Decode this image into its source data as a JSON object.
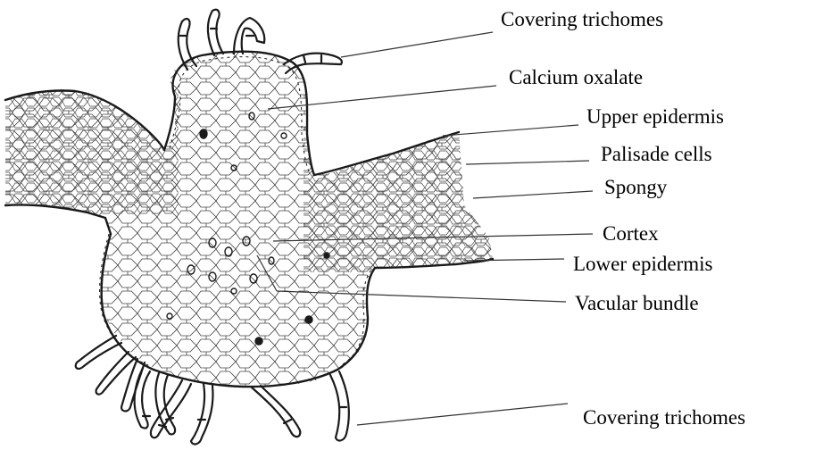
{
  "diagram": {
    "labels": [
      {
        "id": "covering-trichomes-top",
        "text": "Covering trichomes"
      },
      {
        "id": "calcium-oxalate",
        "text": "Calcium oxalate"
      },
      {
        "id": "upper-epidermis",
        "text": "Upper epidermis"
      },
      {
        "id": "palisade-cells",
        "text": "Palisade cells"
      },
      {
        "id": "spongy",
        "text": "Spongy"
      },
      {
        "id": "cortex",
        "text": "Cortex"
      },
      {
        "id": "lower-epidermis",
        "text": "Lower epidermis"
      },
      {
        "id": "vascular-bundle",
        "text": "Vacular bundle"
      },
      {
        "id": "covering-trichomes-bottom",
        "text": "Covering trichomes"
      }
    ],
    "ink_color": "#1a1a1a"
  }
}
